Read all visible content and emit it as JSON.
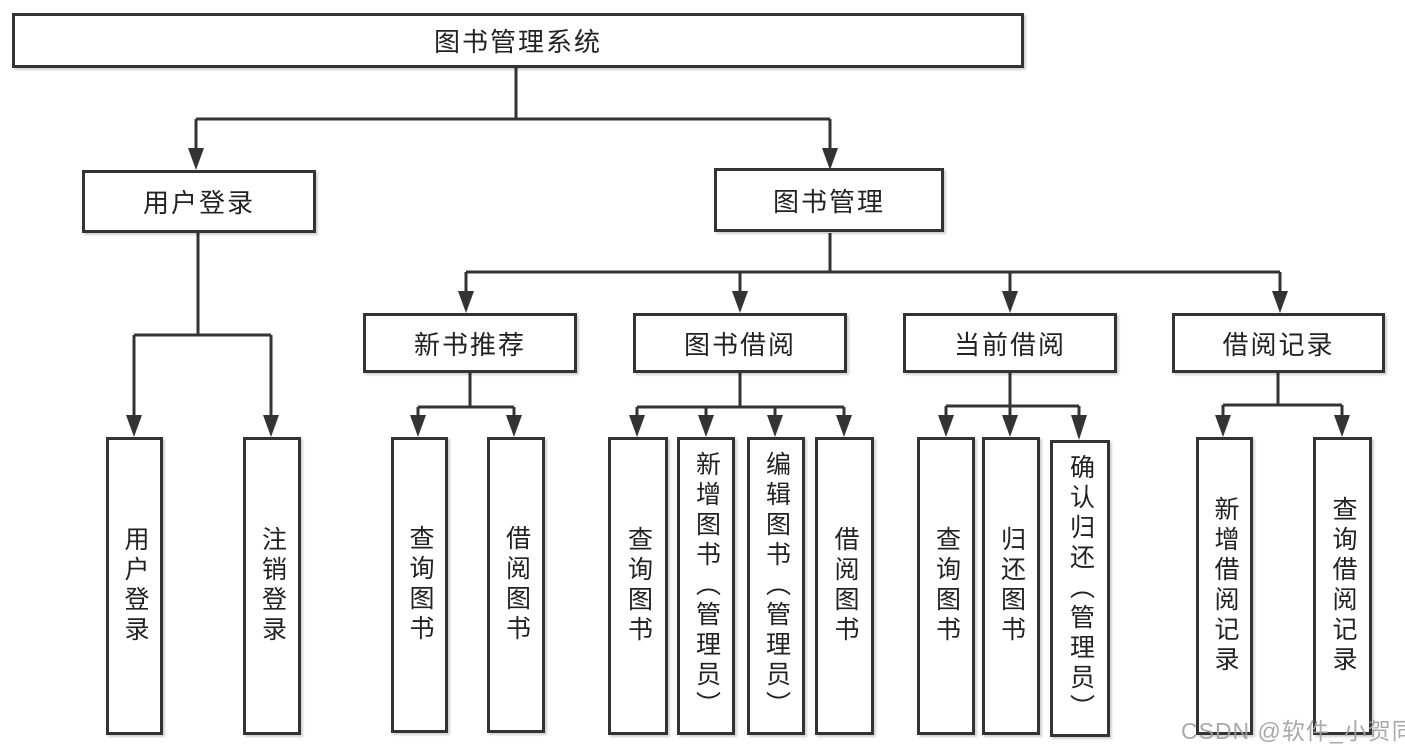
{
  "tree": {
    "root": "图书管理系统",
    "branches": [
      {
        "label": "用户登录",
        "leaves": [
          "用户登录",
          "注销登录"
        ]
      },
      {
        "label": "图书管理",
        "sections": [
          {
            "label": "新书推荐",
            "leaves": [
              "查询图书",
              "借阅图书"
            ]
          },
          {
            "label": "图书借阅",
            "leaves": [
              "查询图书",
              "新增图书（管理员）",
              "编辑图书（管理员）",
              "借阅图书"
            ]
          },
          {
            "label": "当前借阅",
            "leaves": [
              "查询图书",
              "归还图书",
              "确认归还（管理员）"
            ]
          },
          {
            "label": "借阅记录",
            "leaves": [
              "新增借阅记录",
              "查询借阅记录"
            ]
          }
        ]
      }
    ]
  },
  "watermark": "CSDN @软件_小贺同学",
  "colors": {
    "line": "#333333",
    "text": "#222222",
    "background": "#ffffff",
    "watermark": "#a0a0a0"
  }
}
